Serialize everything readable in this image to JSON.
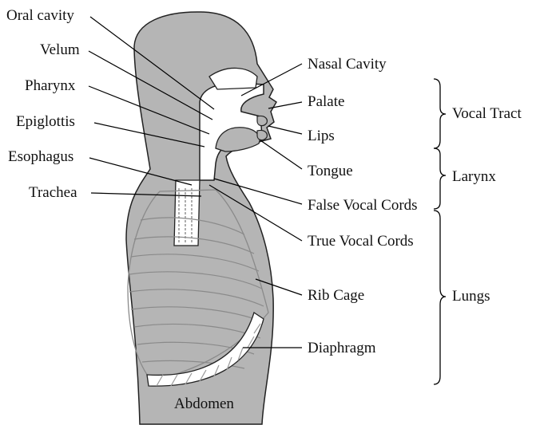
{
  "left_labels": [
    {
      "key": "oral_cavity",
      "text": "Oral cavity"
    },
    {
      "key": "velum",
      "text": "Velum"
    },
    {
      "key": "pharynx",
      "text": "Pharynx"
    },
    {
      "key": "epiglottis",
      "text": "Epiglottis"
    },
    {
      "key": "esophagus",
      "text": "Esophagus"
    },
    {
      "key": "trachea",
      "text": "Trachea"
    }
  ],
  "right_labels": [
    {
      "key": "nasal_cavity",
      "text": "Nasal Cavity"
    },
    {
      "key": "palate",
      "text": "Palate"
    },
    {
      "key": "lips",
      "text": "Lips"
    },
    {
      "key": "tongue",
      "text": "Tongue"
    },
    {
      "key": "false_vocal_cords",
      "text": "False Vocal Cords"
    },
    {
      "key": "true_vocal_cords",
      "text": "True Vocal Cords"
    },
    {
      "key": "rib_cage",
      "text": "Rib Cage"
    },
    {
      "key": "diaphragm",
      "text": "Diaphragm"
    }
  ],
  "groups": [
    {
      "key": "vocal_tract",
      "text": "Vocal Tract"
    },
    {
      "key": "larynx",
      "text": "Larynx"
    },
    {
      "key": "lungs",
      "text": "Lungs"
    }
  ],
  "abdomen_label": "Abdomen",
  "colors": {
    "body": "#b5b5b5",
    "body_outline": "#222222",
    "rib": "#8a8a8a",
    "leader": "#000000"
  }
}
